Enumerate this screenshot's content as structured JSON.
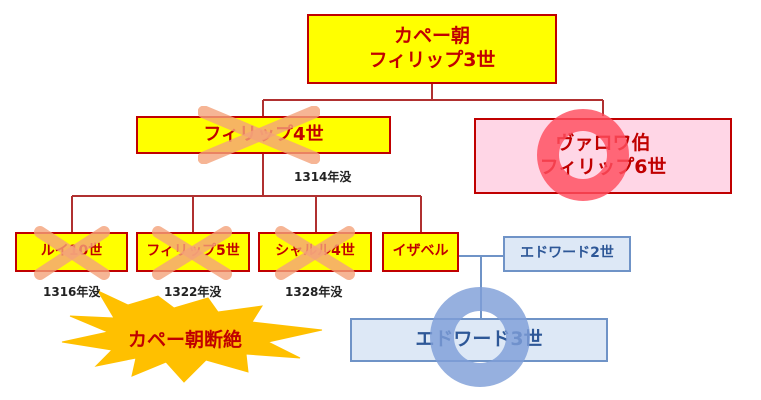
{
  "capet_root": {
    "line1": "カペー朝",
    "line2": "フィリップ3世"
  },
  "philippe4": {
    "label": "フィリップ4世",
    "death": "1314年没"
  },
  "valois": {
    "line1": "ヴァロワ伯",
    "line2": "フィリップ6世"
  },
  "louis10": {
    "label": "ルイ10世",
    "death": "1316年没"
  },
  "philippe5": {
    "label": "フィリップ5世",
    "death": "1322年没"
  },
  "charles4": {
    "label": "シャルル4世",
    "death": "1328年没"
  },
  "isabelle": {
    "label": "イザベル"
  },
  "edward2": {
    "label": "エドワード2世"
  },
  "edward3": {
    "label": "エドワード3世"
  },
  "burst": {
    "label": "カペー朝断絶"
  },
  "colors": {
    "capet_fill": "#ffff00",
    "capet_border": "#c00000",
    "valois_fill": "#ffd6e6",
    "edward_fill": "#dde8f6",
    "edward_border": "#6f93c7",
    "x_mark": "#f4a27a",
    "red_ring": "#ff4d5e",
    "blue_ring": "#7f9fd8",
    "burst_fill": "#ffc000"
  }
}
